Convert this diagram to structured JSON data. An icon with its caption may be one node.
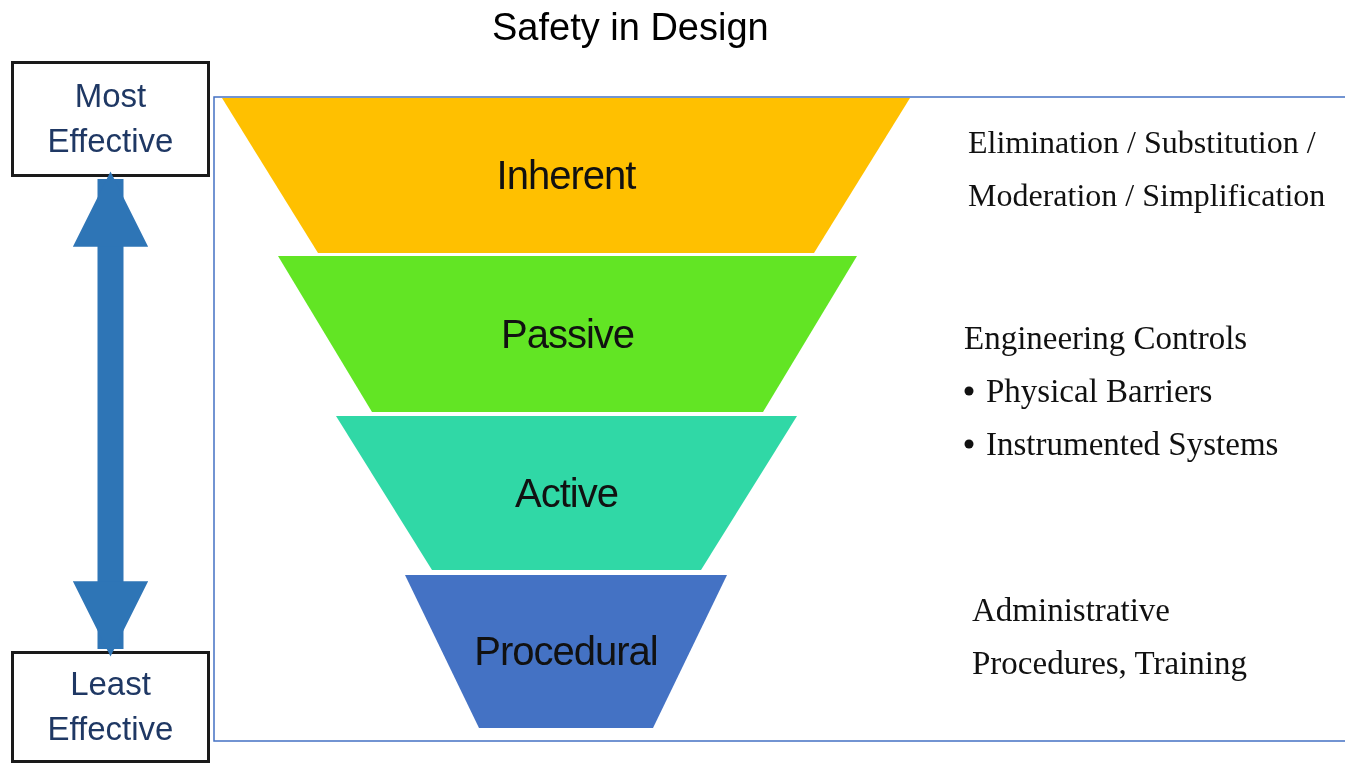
{
  "diagram": {
    "title": "Safety in Design",
    "nodes": [
      {
        "text": [
          "Most Effective"
        ]
      },
      {
        "text": [
          "Least Effective"
        ]
      },
      {
        "text": [
          "Inherent"
        ],
        "beside": [
          "Elimination / Substitution / Moderation / Simplification"
        ]
      },
      {
        "text": [
          "Passive"
        ],
        "beside": [
          "Engineering Controls",
          "Physical Barriers",
          "Instrumented Systems"
        ]
      },
      {
        "text": [
          "Active"
        ]
      },
      {
        "text": [
          "Procedural"
        ]
      }
    ],
    "edges": [
      {
        "from": 0,
        "to": 1,
        "arrow": "both"
      }
    ],
    "labels": [
      "Administrative Procedures, Training"
    ]
  }
}
